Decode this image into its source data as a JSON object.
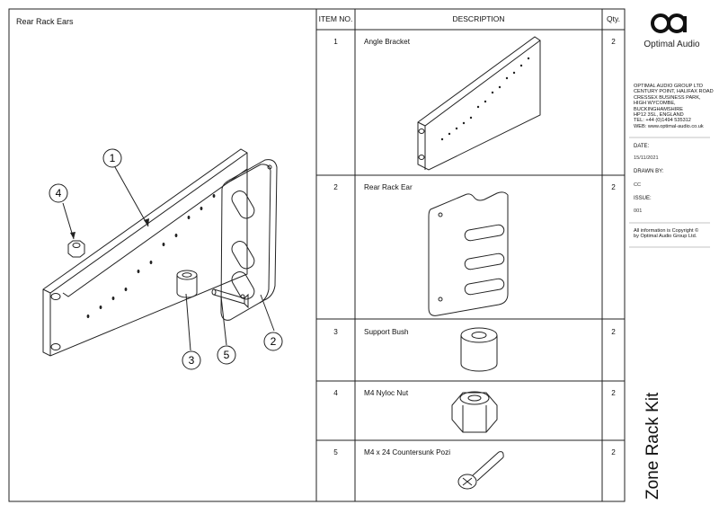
{
  "sheet": {
    "title": "Rear Rack Ears"
  },
  "table": {
    "headers": {
      "item": "ITEM NO.",
      "description": "DESCRIPTION",
      "qty": "Qty."
    },
    "rows": [
      {
        "item": "1",
        "description": "Angle Bracket",
        "qty": "2"
      },
      {
        "item": "2",
        "description": "Rear Rack Ear",
        "qty": "2"
      },
      {
        "item": "3",
        "description": "Support Bush",
        "qty": "2"
      },
      {
        "item": "4",
        "description": "M4 Nyloc Nut",
        "qty": "2"
      },
      {
        "item": "5",
        "description": "M4 x 24 Countersunk Pozi",
        "qty": "2"
      }
    ]
  },
  "callouts": [
    "1",
    "2",
    "3",
    "4",
    "5"
  ],
  "title_block": {
    "brand": "Optimal Audio",
    "address": [
      "OPTIMAL AUDIO GROUP LTD",
      "CENTURY POINT, HALIFAX ROAD",
      "CRESSEX BUSINESS PARK,",
      "HIGH WYCOMBE,",
      "BUCKINGHAMSHIRE",
      "HP12 3SL, ENGLAND",
      "TEL: +44 (0)1494 535312",
      "WEB: www.optimal-audio.co.uk"
    ],
    "date_label": "DATE:",
    "date_value": "15/11/2021",
    "drawn_label": "DRAWN BY:",
    "drawn_value": "CC",
    "issue_label": "ISSUE:",
    "issue_value": "001",
    "copyright": [
      "All information is Copyright ©",
      "by Optimal Audio Group Ltd."
    ],
    "kit_name": "Zone Rack Kit"
  }
}
